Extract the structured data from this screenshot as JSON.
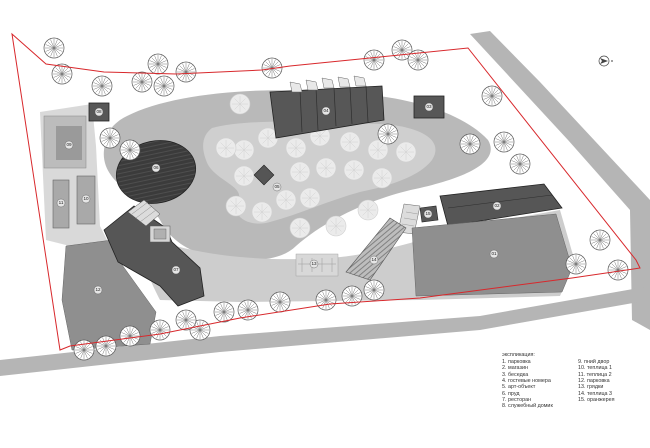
{
  "plan": {
    "north_icon": "north-arrow-icon",
    "zone_numbers": [
      "01",
      "02",
      "03",
      "04",
      "05",
      "06",
      "07",
      "08",
      "09",
      "10",
      "11",
      "12",
      "13",
      "14",
      "15"
    ]
  },
  "legend": {
    "title": "экспликация:",
    "left_column": [
      "1. парковка",
      "2. магазин",
      "3. беседка",
      "4. гостевые номера",
      "5. арт-объект",
      "6. пруд",
      "7. ресторан",
      "8. служебный домик"
    ],
    "right_column": [
      "9. пний двор",
      "10. теплица 1",
      "11. теплица 2",
      "12. парковка",
      "13. грядки",
      "14. теплица 3",
      "15. оранжерея"
    ]
  },
  "colors": {
    "boundary": "#d8282c",
    "building": "#575757",
    "road": "#b7b7b7",
    "plaza": "#cfcfcf",
    "parking": "#8f8f8f",
    "pond": "#3a3a3a"
  }
}
